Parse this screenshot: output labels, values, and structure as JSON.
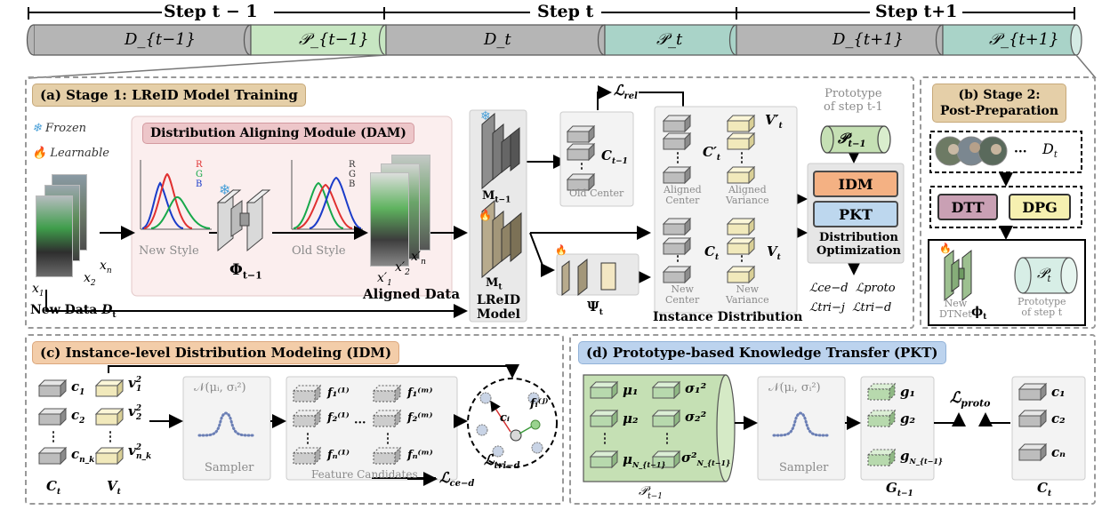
{
  "timeline": {
    "steps": [
      "Step t − 1",
      "Step t",
      "Step t+1"
    ],
    "segments": [
      "D_{t−1}",
      "𝒫_{t−1}",
      "D_t",
      "𝒫_t",
      "D_{t+1}",
      "𝒫_{t+1}"
    ]
  },
  "stage1": {
    "title": "(a) Stage 1: LReID Model Training",
    "legend_frozen": "Frozen",
    "legend_learnable": "Learnable",
    "dam_title": "Distribution Aligning Module (DAM)",
    "rgb": [
      "R",
      "G",
      "B"
    ],
    "new_style": "New Style",
    "old_style": "Old Style",
    "phi_label": "Φ",
    "phi_sub": "t−1",
    "aligned_data": "Aligned Data",
    "new_data": "New Data",
    "new_data_sym": "D",
    "new_data_sub": "t",
    "x1": "x",
    "x2": "x",
    "xn": "x",
    "m_old": "M",
    "m_old_sub": "t−1",
    "m_new": "M",
    "m_new_sub": "t",
    "lreid_model": "LReID\nModel",
    "psi": "Ψ",
    "psi_sub": "t",
    "l_rel": "ℒ",
    "l_rel_sub": "rel",
    "c_old": "C",
    "c_old_sub": "t−1",
    "old_center": "Old Center",
    "c_prime": "C′",
    "c_prime_sub": "t",
    "v_prime": "V′",
    "v_prime_sub": "t",
    "aligned_center": "Aligned\nCenter",
    "aligned_variance": "Aligned\nVariance",
    "c_new": "C",
    "c_new_sub": "t",
    "v_new": "V",
    "v_new_sub": "t",
    "new_center": "New\nCenter",
    "new_variance": "New\nVariance",
    "instance_distribution": "Instance Distribution",
    "prototype_label": "Prototype\nof step t-1",
    "p_old": "𝒫",
    "p_old_sub": "t−1",
    "idm": "IDM",
    "pkt": "PKT",
    "dist_opt": "Distribution\nOptimization",
    "losses": [
      "ℒce−d",
      "ℒproto",
      "ℒtri−j",
      "ℒtri−d"
    ]
  },
  "stage2": {
    "title": "(b) Stage 2:\nPost-Preparation",
    "ellipsis": "···",
    "d": "D",
    "d_sub": "t",
    "dtt": "DTT",
    "dpg": "DPG",
    "new_dtnet": "New\nDTNet",
    "phi": "ϕ",
    "phi_sub": "t",
    "p": "𝒫",
    "p_sub": "t",
    "prototype_label": "Prototype\nof step t"
  },
  "idm": {
    "title": "(c) Instance-level Distribution Modeling (IDM)",
    "c_items": [
      "c",
      "c",
      "c"
    ],
    "c_subs": [
      "1",
      "2",
      "n_k"
    ],
    "v_items": [
      "v",
      "v",
      "v"
    ],
    "v_subs": [
      "1",
      "2",
      "n_k"
    ],
    "c_label": "C",
    "c_label_sub": "t",
    "v_label": "V",
    "v_label_sub": "t",
    "normal": "𝒩(μᵢ, σᵢ²)",
    "sampler": "Sampler",
    "feature_candidates": "Feature Candidates",
    "f_left": [
      "f₁⁽¹⁾",
      "f₂⁽¹⁾",
      "fₙ⁽¹⁾"
    ],
    "f_right": [
      "f₁⁽ᵐ⁾",
      "f₂⁽ᵐ⁾",
      "fₙ⁽ᵐ⁾"
    ],
    "ci": "cᵢ",
    "fij": "fᵢ⁽ʲ⁾",
    "l_tri": "ℒ",
    "l_tri_sub": "tri−d",
    "l_ce": "ℒ",
    "l_ce_sub": "ce−d"
  },
  "pkt": {
    "title": "(d) Prototype-based Knowledge Transfer (PKT)",
    "mu": [
      "μ₁",
      "μ₂",
      "μ"
    ],
    "mu_last_sub": "N_{t−1}",
    "sigma": [
      "σ₁²",
      "σ₂²",
      "σ²"
    ],
    "sigma_last_sub": "N_{t−1}",
    "p_label": "𝒫",
    "p_label_sub": "t−1",
    "normal": "𝒩(μᵢ, σᵢ²)",
    "sampler": "Sampler",
    "g": [
      "g₁",
      "g₂",
      "g"
    ],
    "g_last_sub": "N_{t−1}",
    "g_label": "G",
    "g_label_sub": "t−1",
    "l_proto": "ℒ",
    "l_proto_sub": "proto",
    "c": [
      "c₁",
      "c₂",
      "cₙ"
    ],
    "c_label": "C",
    "c_label_sub": "t"
  },
  "colors": {
    "gray_seg": "#b5b5b5",
    "green_seg": "#c7e6c2",
    "teal_seg": "#a9d3c8",
    "idm": "#f4b183",
    "pkt": "#bdd7ee",
    "dtt": "#c9a0b4",
    "dpg": "#f6f0b0",
    "proto_green": "#c5e0b4"
  }
}
